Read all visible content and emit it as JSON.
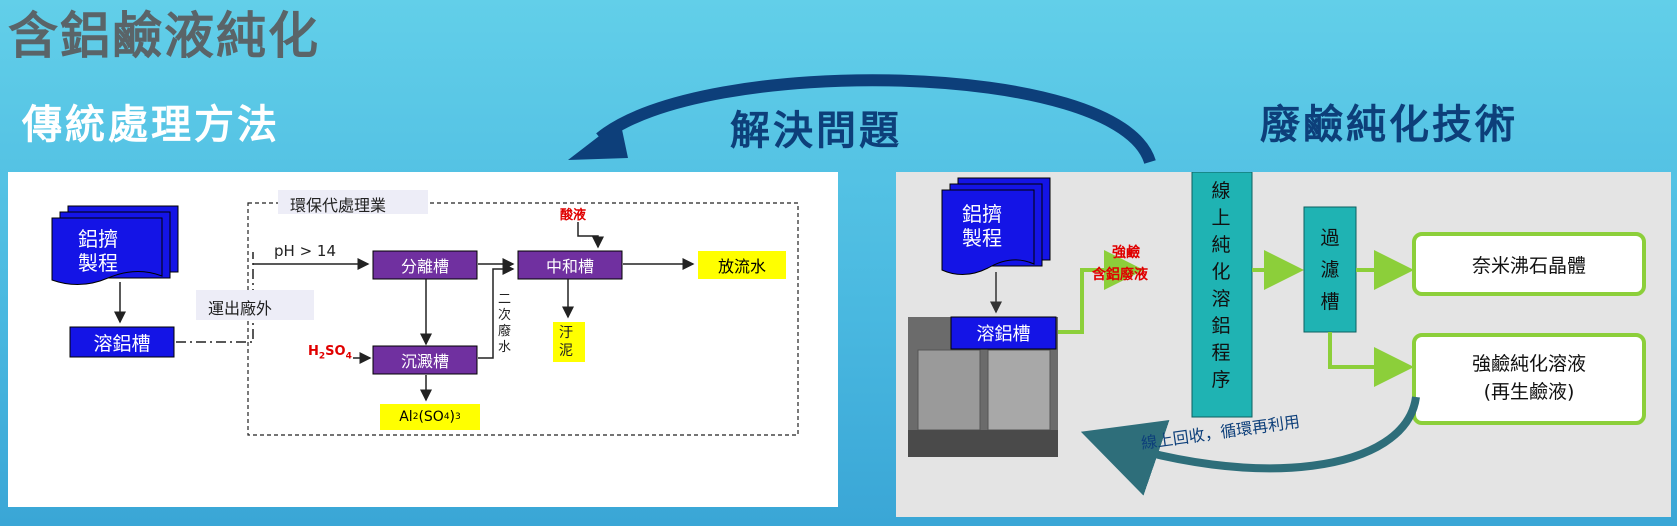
{
  "title": "含鋁鹼液純化",
  "traditional_heading": "傳統處理方法",
  "solve_label": "解決問題",
  "technology_heading": "廢鹼純化技術",
  "left_diagram": {
    "doc_line1": "鋁擠",
    "doc_line2": "製程",
    "dissolve_tank": "溶鋁槽",
    "ship_out": "運出廠外",
    "contractor": "環保代處理業",
    "ph_label": "pH > 14",
    "separation_tank": "分離槽",
    "neutral_tank": "中和槽",
    "acid": "酸液",
    "discharge": "放流水",
    "h2so4": "H",
    "h2so4_sub": "2",
    "h2so4_rest": "SO",
    "h2so4_sub2": "4",
    "precip_tank": "沉澱槽",
    "secondary_ww": "二次廢水",
    "sludge": "汙泥",
    "al_a": "Al",
    "al_b": "2",
    "al_c": "(SO",
    "al_d": "4",
    "al_e": ")",
    "al_f": "3"
  },
  "right_diagram": {
    "doc_line1": "鋁擠",
    "doc_line2": "製程",
    "dissolve_tank": "溶鋁槽",
    "strong_alkali": "強鹼",
    "al_waste": "含鋁廢液",
    "online_process": "線上純化溶鋁程序",
    "filter_tank": "過濾槽",
    "product1": "奈米沸石晶體",
    "product2_line1": "強鹼純化溶液",
    "product2_line2": "(再生鹼液)",
    "recycle": "線上回收，循環再利用"
  },
  "colors": {
    "blue_doc": "#1414e6",
    "purple": "#7030a0",
    "yellow": "#ffff00",
    "teal": "#1fb3b3",
    "green": "#8ccf3a",
    "dark_arrow": "#0d3f7a"
  }
}
